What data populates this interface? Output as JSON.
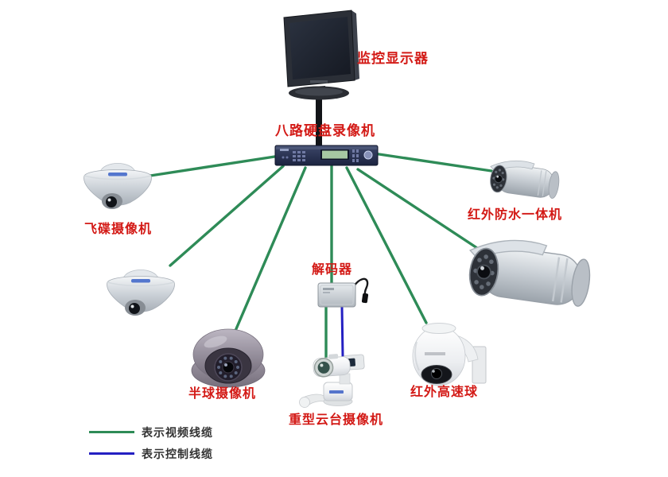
{
  "labels": {
    "monitor": "监控显示器",
    "dvr": "八路硬盘录像机",
    "ufo_camera": "飞碟摄像机",
    "ir_waterproof_camera": "红外防水一体机",
    "decoder": "解码器",
    "dome_camera": "半球摄像机",
    "heavy_ptz_camera": "重型云台摄像机",
    "ir_speed_dome": "红外高速球"
  },
  "legend": {
    "video_cable": {
      "label": "表示视频线缆",
      "color": "#2e8b57"
    },
    "control_cable": {
      "label": "表示控制线缆",
      "color": "#2420c2"
    }
  },
  "colors": {
    "label_red": "#d31a16",
    "background": "#ffffff",
    "video_line": "#2e8b57",
    "control_line": "#2420c2"
  },
  "connections": [
    {
      "from": "监控显示器",
      "to": "八路硬盘录像机",
      "type": "display"
    },
    {
      "from": "八路硬盘录像机",
      "to": "飞碟摄像机(上)",
      "type": "video"
    },
    {
      "from": "八路硬盘录像机",
      "to": "飞碟摄像机(下)",
      "type": "video"
    },
    {
      "from": "八路硬盘录像机",
      "to": "半球摄像机",
      "type": "video"
    },
    {
      "from": "八路硬盘录像机",
      "to": "解码器",
      "type": "video"
    },
    {
      "from": "八路硬盘录像机",
      "to": "重型云台摄像机",
      "type": "video"
    },
    {
      "from": "解码器",
      "to": "重型云台摄像机",
      "type": "control"
    },
    {
      "from": "八路硬盘录像机",
      "to": "红外高速球",
      "type": "video"
    },
    {
      "from": "八路硬盘录像机",
      "to": "红外防水一体机(上)",
      "type": "video"
    },
    {
      "from": "八路硬盘录像机",
      "to": "红外防水一体机(下)",
      "type": "video"
    }
  ]
}
